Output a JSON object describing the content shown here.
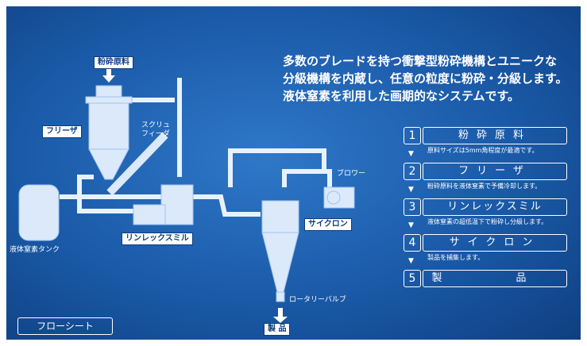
{
  "diagram": {
    "raw_material": "粉砕原料",
    "freezer": "フリーザ",
    "screw_feeder": "スクリュ\nフィーダ",
    "mill": "リンレックスミル",
    "cyclone": "サイクロン",
    "blower": "ブロワー",
    "tank": "液体窒素タンク",
    "rotary_valve": "ロータリーバルブ",
    "product": "製 品"
  },
  "description": [
    "多数のブレードを持つ衝撃型粉砕機構とユニークな",
    "分級機構を内蔵し、任意の粒度に粉砕・分級します。",
    "液体窒素を利用した画期的なシステムです。"
  ],
  "steps": [
    {
      "num": "1",
      "name": "粉砕原料",
      "note": "原料サイズは5mm角程度が最適です。"
    },
    {
      "num": "2",
      "name": "フリーザ",
      "note": "粉砕原料を液体窒素で予備冷却します。"
    },
    {
      "num": "3",
      "name": "リンレックスミル",
      "note": "液体窒素の超低温下で粉砕し分級します。"
    },
    {
      "num": "4",
      "name": "サイクロン",
      "note": "製品を捕集します。"
    },
    {
      "num": "5",
      "name": "製　品",
      "note": ""
    }
  ],
  "flow_sheet_label": "フローシート",
  "colors": {
    "background": "#1a5aa8",
    "line": "#ffffff",
    "label_text": "#0d3d7a"
  }
}
